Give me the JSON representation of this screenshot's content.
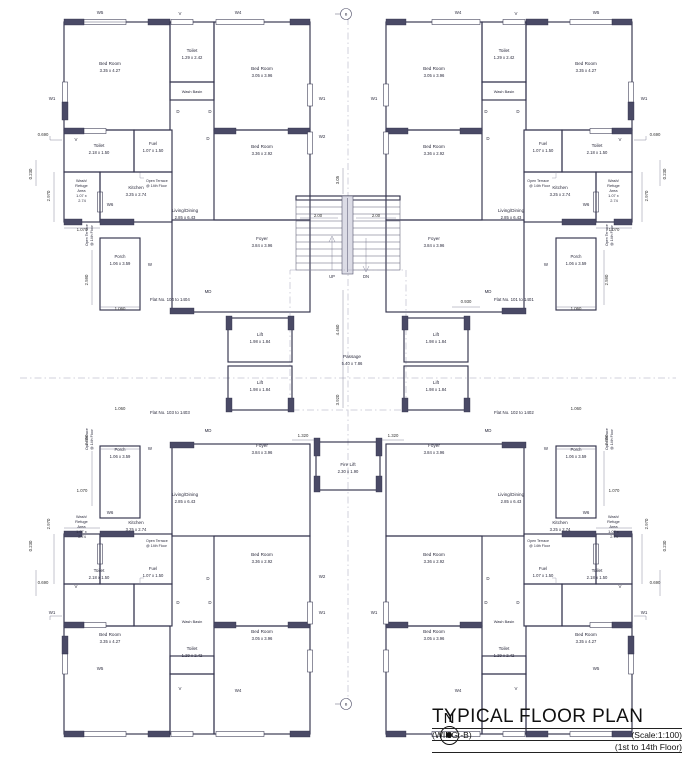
{
  "title_block": {
    "north_label": "N",
    "main_title": "TYPICAL FLOOR PLAN",
    "wing": "(WING:-B)",
    "scale": "(Scale:1:100)",
    "floor_range": "(1st to 14th Floor)"
  },
  "flats": [
    {
      "id": "top_left",
      "label": "Flat No. 104 to 1404"
    },
    {
      "id": "top_right",
      "label": "Flat No. 101 to 1401"
    },
    {
      "id": "bottom_left",
      "label": "Flat No. 103 to 1403"
    },
    {
      "id": "bottom_right",
      "label": "Flat No. 102 to 1402"
    }
  ],
  "rooms": {
    "bedroom_large": {
      "name": "Bed Room",
      "size": "3.35 x 4.27"
    },
    "bedroom_medium": {
      "name": "Bed Room",
      "size": "3.05 x 3.96"
    },
    "bedroom_small": {
      "name": "Bed Room",
      "size": "3.36 x 2.92"
    },
    "living_dining": {
      "name": "Living/Dining",
      "size": "2.85 x 6.43"
    },
    "kitchen": {
      "name": "Kitchen",
      "size": "3.25 x 2.74"
    },
    "foyer": {
      "name": "Foyer",
      "size": "3.84 x 3.96"
    },
    "toilet_main": {
      "name": "Toilet",
      "size": "2.18 x 1.50"
    },
    "toilet_small": {
      "name": "Toilet",
      "size": "1.29 x 2.42"
    },
    "toilet_foyer": {
      "name": "Toilet",
      "size": "2.18 x 1.22"
    },
    "fuel": {
      "name": "Fuel",
      "size": "1.07 x 1.50"
    },
    "wash_refuge": {
      "name": "Wash/ Refuge Area",
      "size": "1.07 x 2.74"
    },
    "wash_basin": {
      "name": "Wash Basin",
      "size": ""
    },
    "porch": {
      "name": "Porch",
      "size": "1.06 x 3.59"
    }
  },
  "core": {
    "lift": {
      "name": "Lift",
      "size": "1.98 x 1.84"
    },
    "fire_lift": {
      "name": "Fire Lift",
      "size": "2.30 x 1.90"
    },
    "passage": {
      "name": "Passage",
      "size": "5.40 x 7.86"
    },
    "stair_up": "UP",
    "stair_dn": "DN",
    "stair_run_left": "2.00",
    "stair_run_right": "2.00",
    "stair_dim_top": "3.05",
    "passage_dim_v": "3.920",
    "passage_dim_v2": "4.460",
    "lobby_dim_left": "1.320",
    "lobby_dim_right": "1.320"
  },
  "annotations": {
    "open_terrace": "Open Terrace @ 14th Floor",
    "terrace_line1": "Open Terrace",
    "terrace_line2": "@ 14th Floor"
  },
  "dimensions": {
    "d_0690": "0.690",
    "d_0230": "0.230",
    "d_2970": "2.970",
    "d_1070": "1.070",
    "d_1060": "1.060",
    "d_2590": "2.590",
    "d_0930": "0.930"
  },
  "tags": {
    "w": "W",
    "w1": "W1",
    "w4": "W4",
    "w5": "W5",
    "w6": "W6",
    "v": "V",
    "d": "D",
    "md": "MD"
  },
  "grid_marker": "B",
  "colors": {
    "wall": "#33334d",
    "pier": "#4a4a66",
    "text": "#2b2b3d",
    "dimension": "#6b6b85",
    "background": "#ffffff"
  }
}
